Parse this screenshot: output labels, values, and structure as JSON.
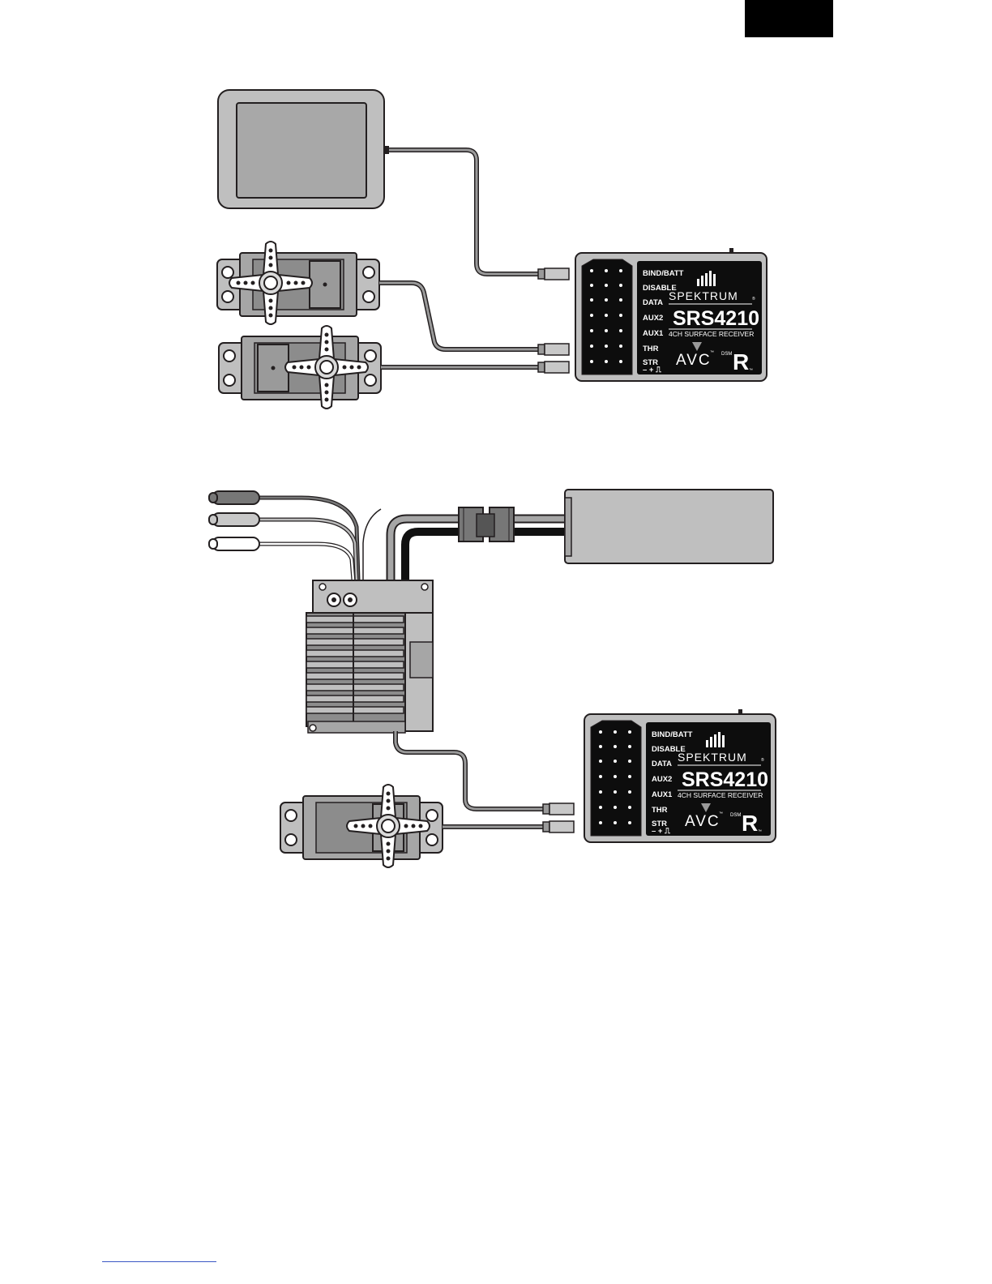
{
  "receiver": {
    "pins": [
      "BIND/BATT",
      "DISABLE",
      "DATA",
      "AUX2",
      "AUX1",
      "THR",
      "STR"
    ],
    "polarity": "– + ⎍",
    "brand": "SPEKTRUM",
    "registered": "®",
    "model": "SRS4210",
    "subtitle": "4CH SURFACE RECEIVER",
    "avc": "AVC",
    "tm": "™",
    "dsm": "DSM",
    "dsm_letter": "R"
  },
  "colors": {
    "outline": "#231f20",
    "body_gray": "#bfbfbf",
    "dark_gray": "#777777",
    "label_black": "#0d0d0d",
    "wire_black": "#111111",
    "wire_gray": "#9a9a9a",
    "wire_light": "#d0d0d0"
  }
}
